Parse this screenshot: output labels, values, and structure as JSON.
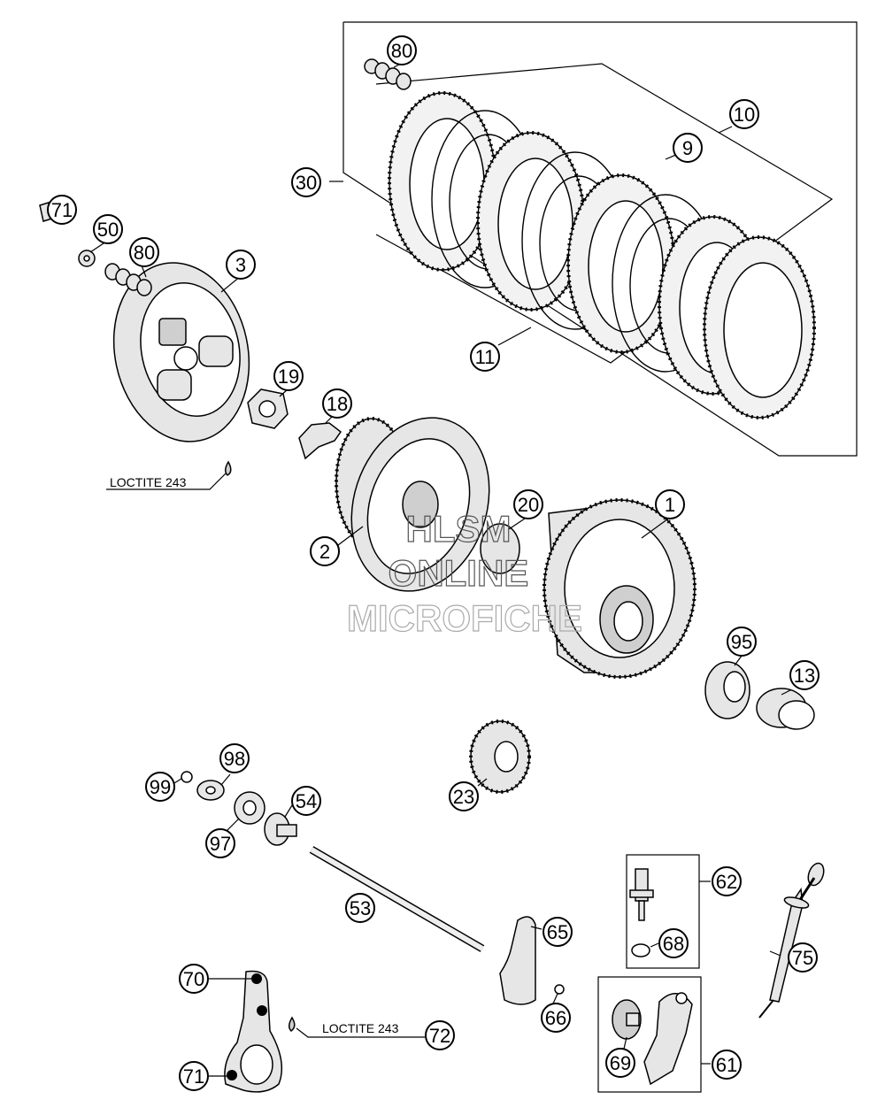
{
  "callouts": [
    "1",
    "2",
    "3",
    "9",
    "10",
    "11",
    "13",
    "18",
    "19",
    "20",
    "23",
    "30",
    "50",
    "53",
    "54",
    "61",
    "62",
    "65",
    "66",
    "68",
    "69",
    "70",
    "71",
    "71",
    "72",
    "75",
    "80",
    "80",
    "95",
    "97",
    "98",
    "99"
  ],
  "notes": {
    "loctite_1": "LOCTITE 243",
    "loctite_2": "LOCTITE 243"
  },
  "watermark": {
    "line1": "HLSM",
    "line2": "ONLINE",
    "line3": "MICROFICHE"
  }
}
